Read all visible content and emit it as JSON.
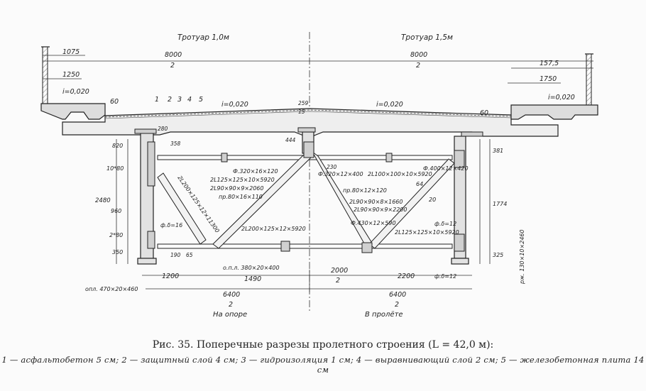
{
  "labels": {
    "sidewalk_left": "Тротуар 1,0м",
    "sidewalk_right": "Тротуар 1,5м",
    "half_width_left_num": "8000",
    "half_width_left_den": "2",
    "half_width_right_num": "8000",
    "half_width_right_den": "2",
    "d1075": "1075",
    "d1250": "1250",
    "d1575": "157,5",
    "d1750": "1750",
    "slope_sidewalk_left": "i=0,020",
    "slope_sidewalk_right": "i=0,020",
    "slope_road_left": "i=0,020",
    "slope_road_right": "i=0,020",
    "d60_left": "60",
    "d60_right": "60",
    "layer_1": "1",
    "layer_2": "2",
    "layer_3": "3",
    "layer_4": "4",
    "layer_5": "5",
    "d259": "259",
    "d15": "15",
    "d280": "280",
    "d358": "358",
    "d444": "444",
    "d230": "230",
    "d820": "820",
    "d1080": "10*80",
    "d2480": "2480",
    "d960": "960",
    "d280b": "2*80",
    "d350": "350",
    "d190": "190",
    "d65": "65",
    "d381": "381",
    "d1774": "1774",
    "d325": "325",
    "d64": "64",
    "d20": "20",
    "m_2L200_125_12_11300": "2L200×125×12×11300",
    "m_2L125_5920": "2L125×125×10×5920",
    "m_2L90_2060": "2L90×90×9×2060",
    "m_pr80_110": "пр.80×16×110",
    "m_f320_16_120": "Ф.320×16×120",
    "m_f320_12_400": "Ф.320×12×400",
    "m_2L100_5920": "2L100×100×10×5920",
    "m_f400_12_420": "Ф.400×12×420",
    "m_pr80_12_120": "пр.80×12×120",
    "m_2L90_1660": "2L90×90×8×1660",
    "m_2L90_2200": "2L90×90×9×2200",
    "m_f430_12_590": "Ф.430×12×590",
    "m_2L125_right": "2L125×125×10×5920",
    "m_2L200_5920": "2L200×125×12×5920",
    "m_fd16": "ф.δ=16",
    "m_fd12a": "ф.δ=12",
    "m_fd12b": "ф.δ=12",
    "m_opl_bottom": "о.п.л. 380×20×400",
    "m_opl_left": "опл. 470×20×460",
    "m_rzh": "рж. 130×10×2460",
    "d1200": "1200",
    "d1490": "1490",
    "d2000_num": "2000",
    "d2000_den": "2",
    "d2200": "2200",
    "d6400_left_num": "6400",
    "d6400_left_den": "2",
    "d6400_right_num": "6400",
    "d6400_right_den": "2",
    "on_support": "На опоре",
    "in_span": "В пролёте"
  },
  "caption": {
    "title": "Рис. 35. Поперечные разрезы пролетного строения (L = 42,0 м):",
    "legend": "1 — асфальтобетон 5 см; 2 — защитный слой 4 см; 3 — гидроизоляция 1 см; 4 — выравнивающий слой 2 см; 5 — железобетонная плита 14 см"
  }
}
